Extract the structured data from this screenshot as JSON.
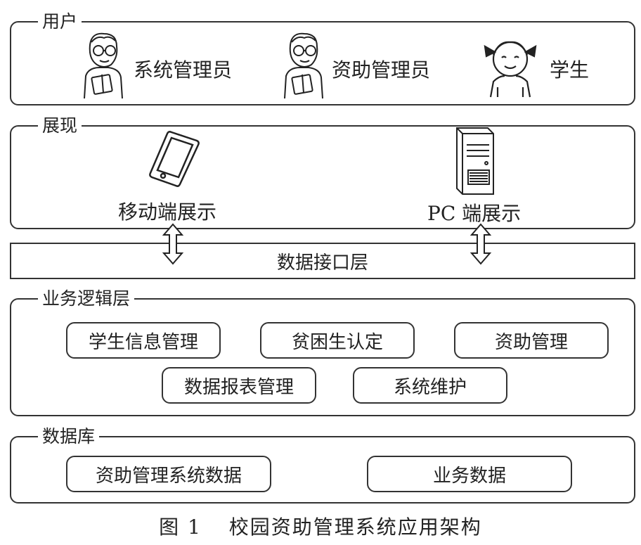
{
  "users": {
    "title": "用户",
    "actors": [
      {
        "label": "系统管理员",
        "icon": "teacher-with-book-icon"
      },
      {
        "label": "资助管理员",
        "icon": "teacher-with-book-icon"
      },
      {
        "label": "学生",
        "icon": "student-girl-icon"
      }
    ]
  },
  "presentation": {
    "title": "展现",
    "devices": [
      {
        "label": "移动端展示",
        "icon": "smartphone-icon"
      },
      {
        "label": "PC 端展示",
        "icon": "desktop-tower-icon"
      }
    ]
  },
  "interface_layer": {
    "label": "数据接口层"
  },
  "business": {
    "title": "业务逻辑层",
    "modules": [
      "学生信息管理",
      "贫困生认定",
      "资助管理",
      "数据报表管理",
      "系统维护"
    ]
  },
  "database": {
    "title": "数据库",
    "stores": [
      "资助管理系统数据",
      "业务数据"
    ]
  },
  "caption": {
    "figure": "图 1",
    "text": "校园资助管理系统应用架构"
  }
}
